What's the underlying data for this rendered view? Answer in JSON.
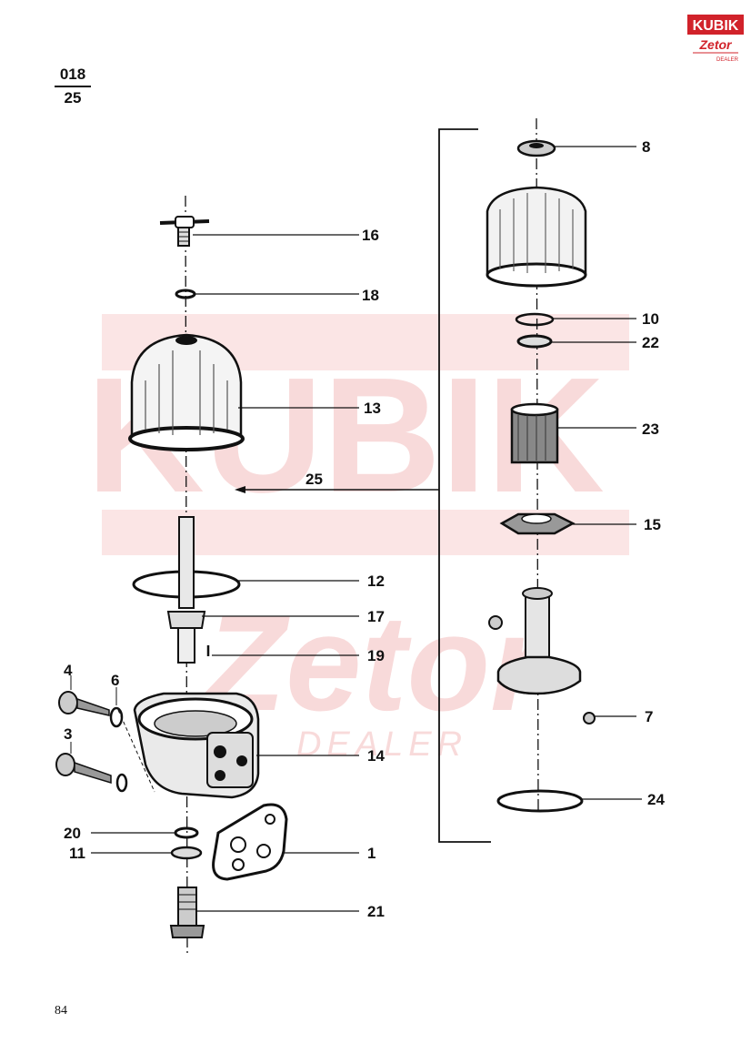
{
  "sheet": {
    "code_top": "018",
    "code_bottom": "25",
    "page_number": "84"
  },
  "logo": {
    "brand": "KUBIK",
    "sub": "Zetor",
    "tag": "DEALER"
  },
  "watermark": {
    "text": "KUBIK",
    "sub": "Zetor",
    "tag": "DEALER"
  },
  "labels": {
    "l1": "1",
    "l3": "3",
    "l4": "4",
    "l6": "6",
    "l7": "7",
    "l8": "8",
    "l10": "10",
    "l11": "11",
    "l12": "12",
    "l13": "13",
    "l14": "14",
    "l15": "15",
    "l16": "16",
    "l17": "17",
    "l18": "18",
    "l19": "19",
    "l20": "20",
    "l21": "21",
    "l22": "22",
    "l23": "23",
    "l24": "24",
    "l25": "25"
  },
  "colors": {
    "ink": "#111111",
    "brand_red": "#d1222a",
    "watermark": "#f6c9c9"
  }
}
